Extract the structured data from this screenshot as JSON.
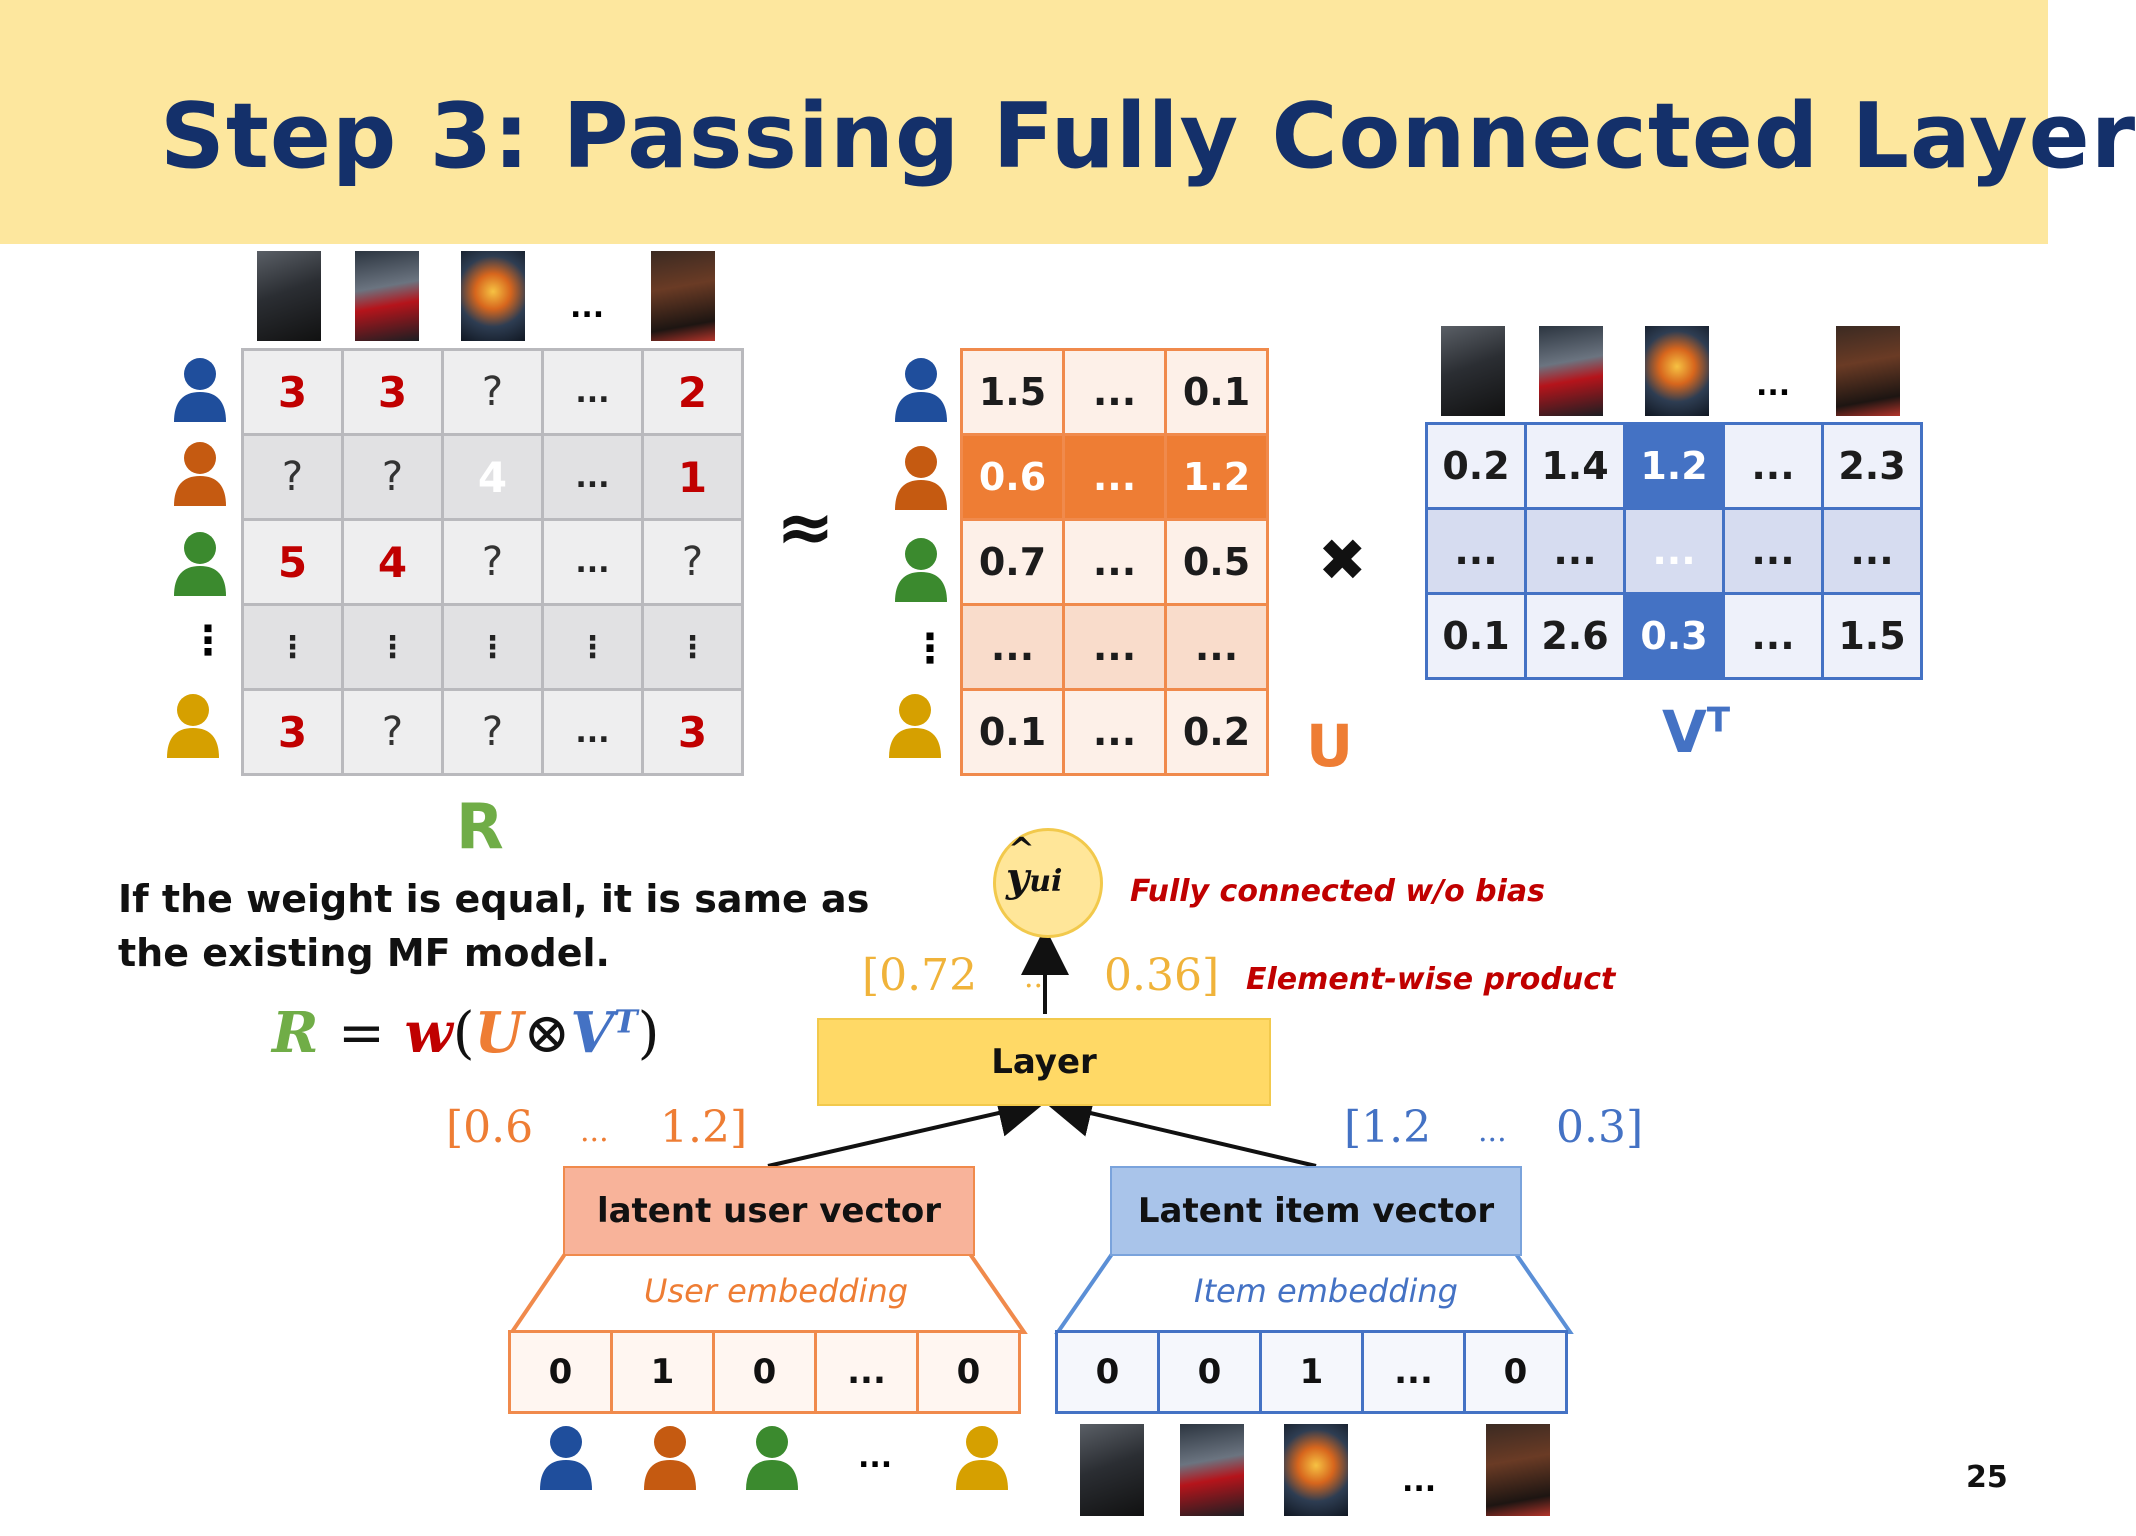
{
  "slide": {
    "title": "Step 3: Passing Fully Connected Layer",
    "page_number": "25"
  },
  "colors": {
    "header_bg": "#fde79e",
    "title": "#14306a",
    "red": "#c00000",
    "orange": "#ee7d34",
    "blue": "#4472c4",
    "green": "#70ad47",
    "user_blue": "#1f4e9c",
    "user_orange": "#c55a11",
    "user_green": "#3b8a2e",
    "user_yellow": "#d6a000"
  },
  "icons": {
    "users": [
      "user-blue-icon",
      "user-orange-icon",
      "user-green-icon",
      "user-yellow-icon"
    ],
    "posters": [
      "movie-poster-1-icon",
      "movie-poster-2-icon",
      "movie-poster-3-icon",
      "movie-poster-4-icon"
    ]
  },
  "r_matrix": {
    "label": "R",
    "col_dots": "...",
    "row_dots": "⋮",
    "rows": [
      [
        "3",
        "3",
        "?",
        "...",
        "2"
      ],
      [
        "?",
        "?",
        "4",
        "...",
        "1"
      ],
      [
        "5",
        "4",
        "?",
        "...",
        "?"
      ],
      [
        "⋮",
        "⋮",
        "⋮",
        "⋮",
        "⋮"
      ],
      [
        "3",
        "?",
        "?",
        "...",
        "3"
      ]
    ]
  },
  "approx_symbol": "≈",
  "times_symbol": "✖",
  "u_matrix": {
    "label": "U",
    "row_dots": "⋮",
    "rows": [
      [
        "1.5",
        "...",
        "0.1"
      ],
      [
        "0.6",
        "...",
        "1.2"
      ],
      [
        "0.7",
        "...",
        "0.5"
      ],
      [
        "...",
        "...",
        "..."
      ],
      [
        "0.1",
        "...",
        "0.2"
      ]
    ]
  },
  "v_matrix": {
    "label": "V",
    "label_sup": "T",
    "col_dots": "...",
    "rows": [
      [
        "0.2",
        "1.4",
        "1.2",
        "...",
        "2.3"
      ],
      [
        "...",
        "...",
        "...",
        "...",
        "..."
      ],
      [
        "0.1",
        "2.6",
        "0.3",
        "...",
        "1.5"
      ]
    ]
  },
  "note": {
    "line1": "If the weight is equal, it is same as",
    "line2": "the existing MF model."
  },
  "formula": {
    "R": "R",
    "eq": "=",
    "w": "w",
    "open": "(",
    "U": "U",
    "otimes": "⊗",
    "V": "V",
    "T": "T",
    "close": ")"
  },
  "network": {
    "output_y": "y",
    "output_hat": "^",
    "output_sub": "ui",
    "fc_label": "Fully connected w/o bias",
    "ew_label": "Element-wise product",
    "product_vec": [
      "[0.72",
      "..",
      "0.36]"
    ],
    "layer_label": "Layer",
    "user_vec": [
      "[0.6",
      "...",
      "1.2]"
    ],
    "item_vec": [
      "[1.2",
      "...",
      "0.3]"
    ],
    "user_vector_label": "latent user vector",
    "item_vector_label": "Latent item vector",
    "user_embedding_label": "User embedding",
    "item_embedding_label": "Item embedding",
    "user_onehot": [
      "0",
      "1",
      "0",
      "...",
      "0"
    ],
    "item_onehot": [
      "0",
      "0",
      "1",
      "...",
      "0"
    ],
    "bottom_dots": "..."
  }
}
